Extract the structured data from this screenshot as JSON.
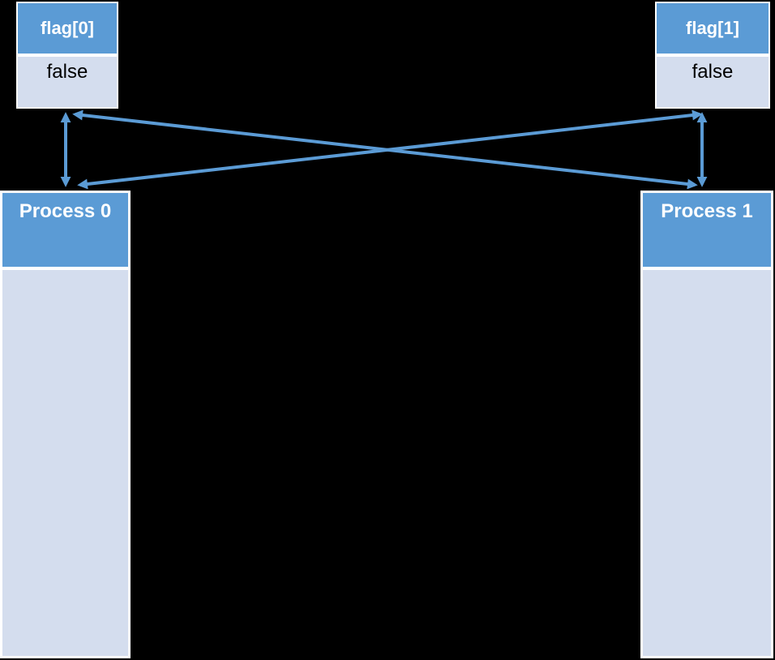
{
  "boxes": {
    "flag0": {
      "title": "flag[0]",
      "value": "false"
    },
    "flag1": {
      "title": "flag[1]",
      "value": "false"
    },
    "process0": {
      "title": "Process 0",
      "body": ""
    },
    "process1": {
      "title": "Process 1",
      "body": ""
    }
  },
  "connections": [
    {
      "from": "flag[0]",
      "to": "Process 0",
      "style": "double-arrow"
    },
    {
      "from": "flag[1]",
      "to": "Process 1",
      "style": "double-arrow"
    },
    {
      "from": "flag[0]",
      "to": "Process 1",
      "style": "double-arrow"
    },
    {
      "from": "flag[1]",
      "to": "Process 0",
      "style": "double-arrow"
    }
  ],
  "colors": {
    "background": "#000000",
    "header_blue": "#5B9BD5",
    "cell_light": "#D4DDEE",
    "arrow_blue": "#5B9BD5",
    "border_white": "#FFFFFF",
    "header_text": "#FFFFFF",
    "value_text": "#000000"
  }
}
